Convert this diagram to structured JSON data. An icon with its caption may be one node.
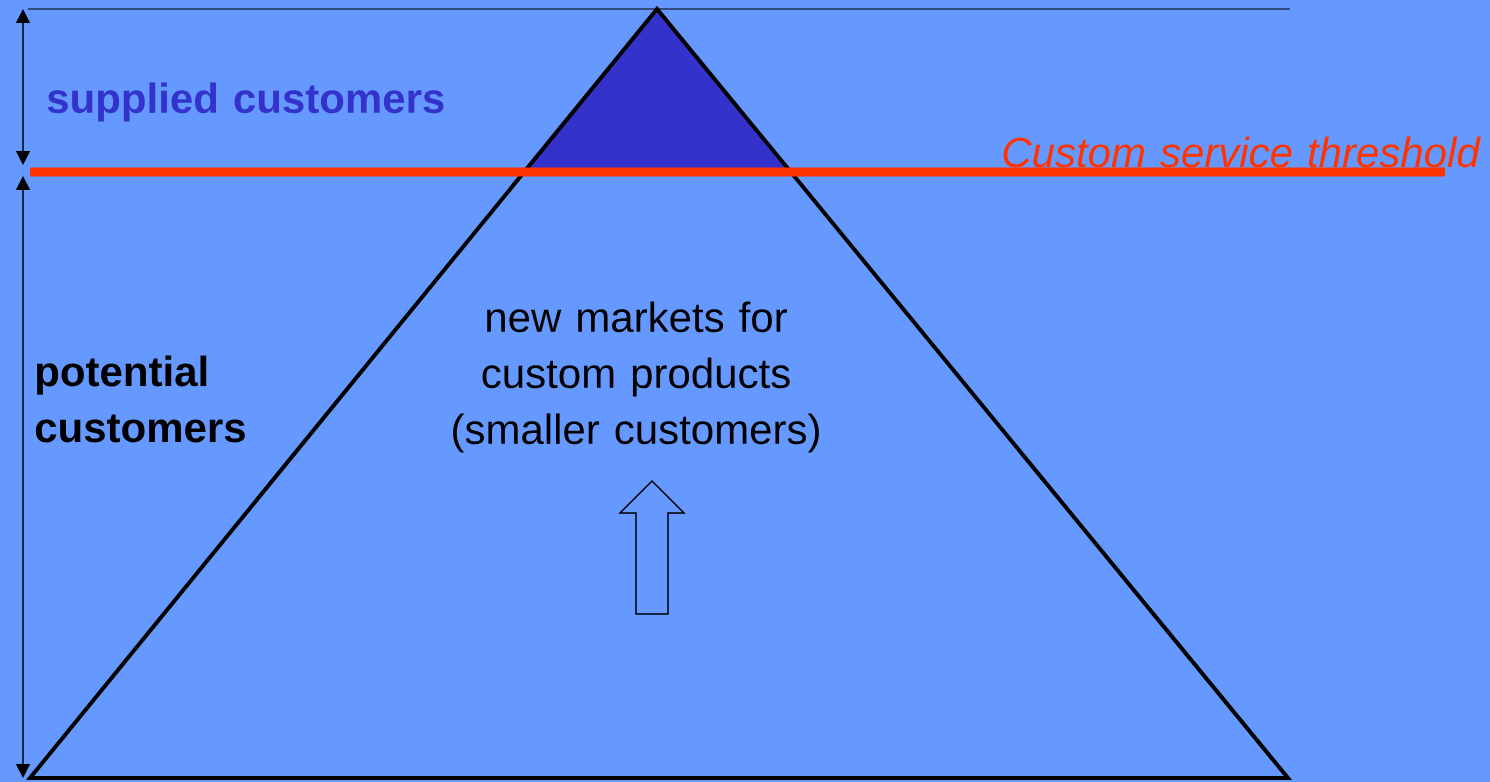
{
  "diagram": {
    "labels": [
      "supplied customers",
      "Custom service threshold",
      "potential customers",
      "new markets for custom products (smaller customers)"
    ]
  }
}
